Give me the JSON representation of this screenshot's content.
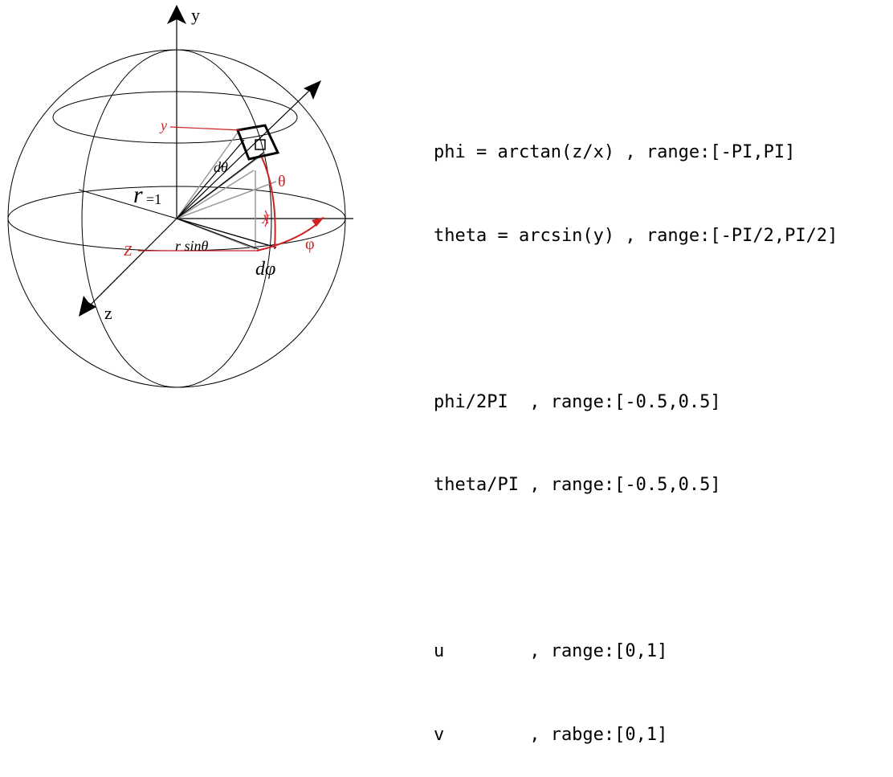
{
  "diagram": {
    "axis_labels": {
      "x": "x",
      "y": "y",
      "z": "z"
    },
    "radius_label": {
      "r": "r",
      "value": "=1"
    },
    "d_theta_label": "dθ",
    "d_phi_label": "dφ",
    "r_sin_theta_label": "r sinθ",
    "theta_label": "θ",
    "phi_label": "φ",
    "handwritten": {
      "y": "y",
      "z": "Z",
      "x": "X"
    },
    "colors": {
      "ink": "#000000",
      "accent": "#cc2222",
      "helper": "#999999"
    }
  },
  "formulas": {
    "group1": [
      "phi = arctan(z/x) , range:[-PI,PI]",
      "theta = arcsin(y) , range:[-PI/2,PI/2]"
    ],
    "group2": [
      "phi/2PI  , range:[-0.5,0.5]",
      "theta/PI , range:[-0.5,0.5]"
    ],
    "group3": [
      "u        , range:[0,1]",
      "v        , rabge:[0,1]"
    ]
  }
}
